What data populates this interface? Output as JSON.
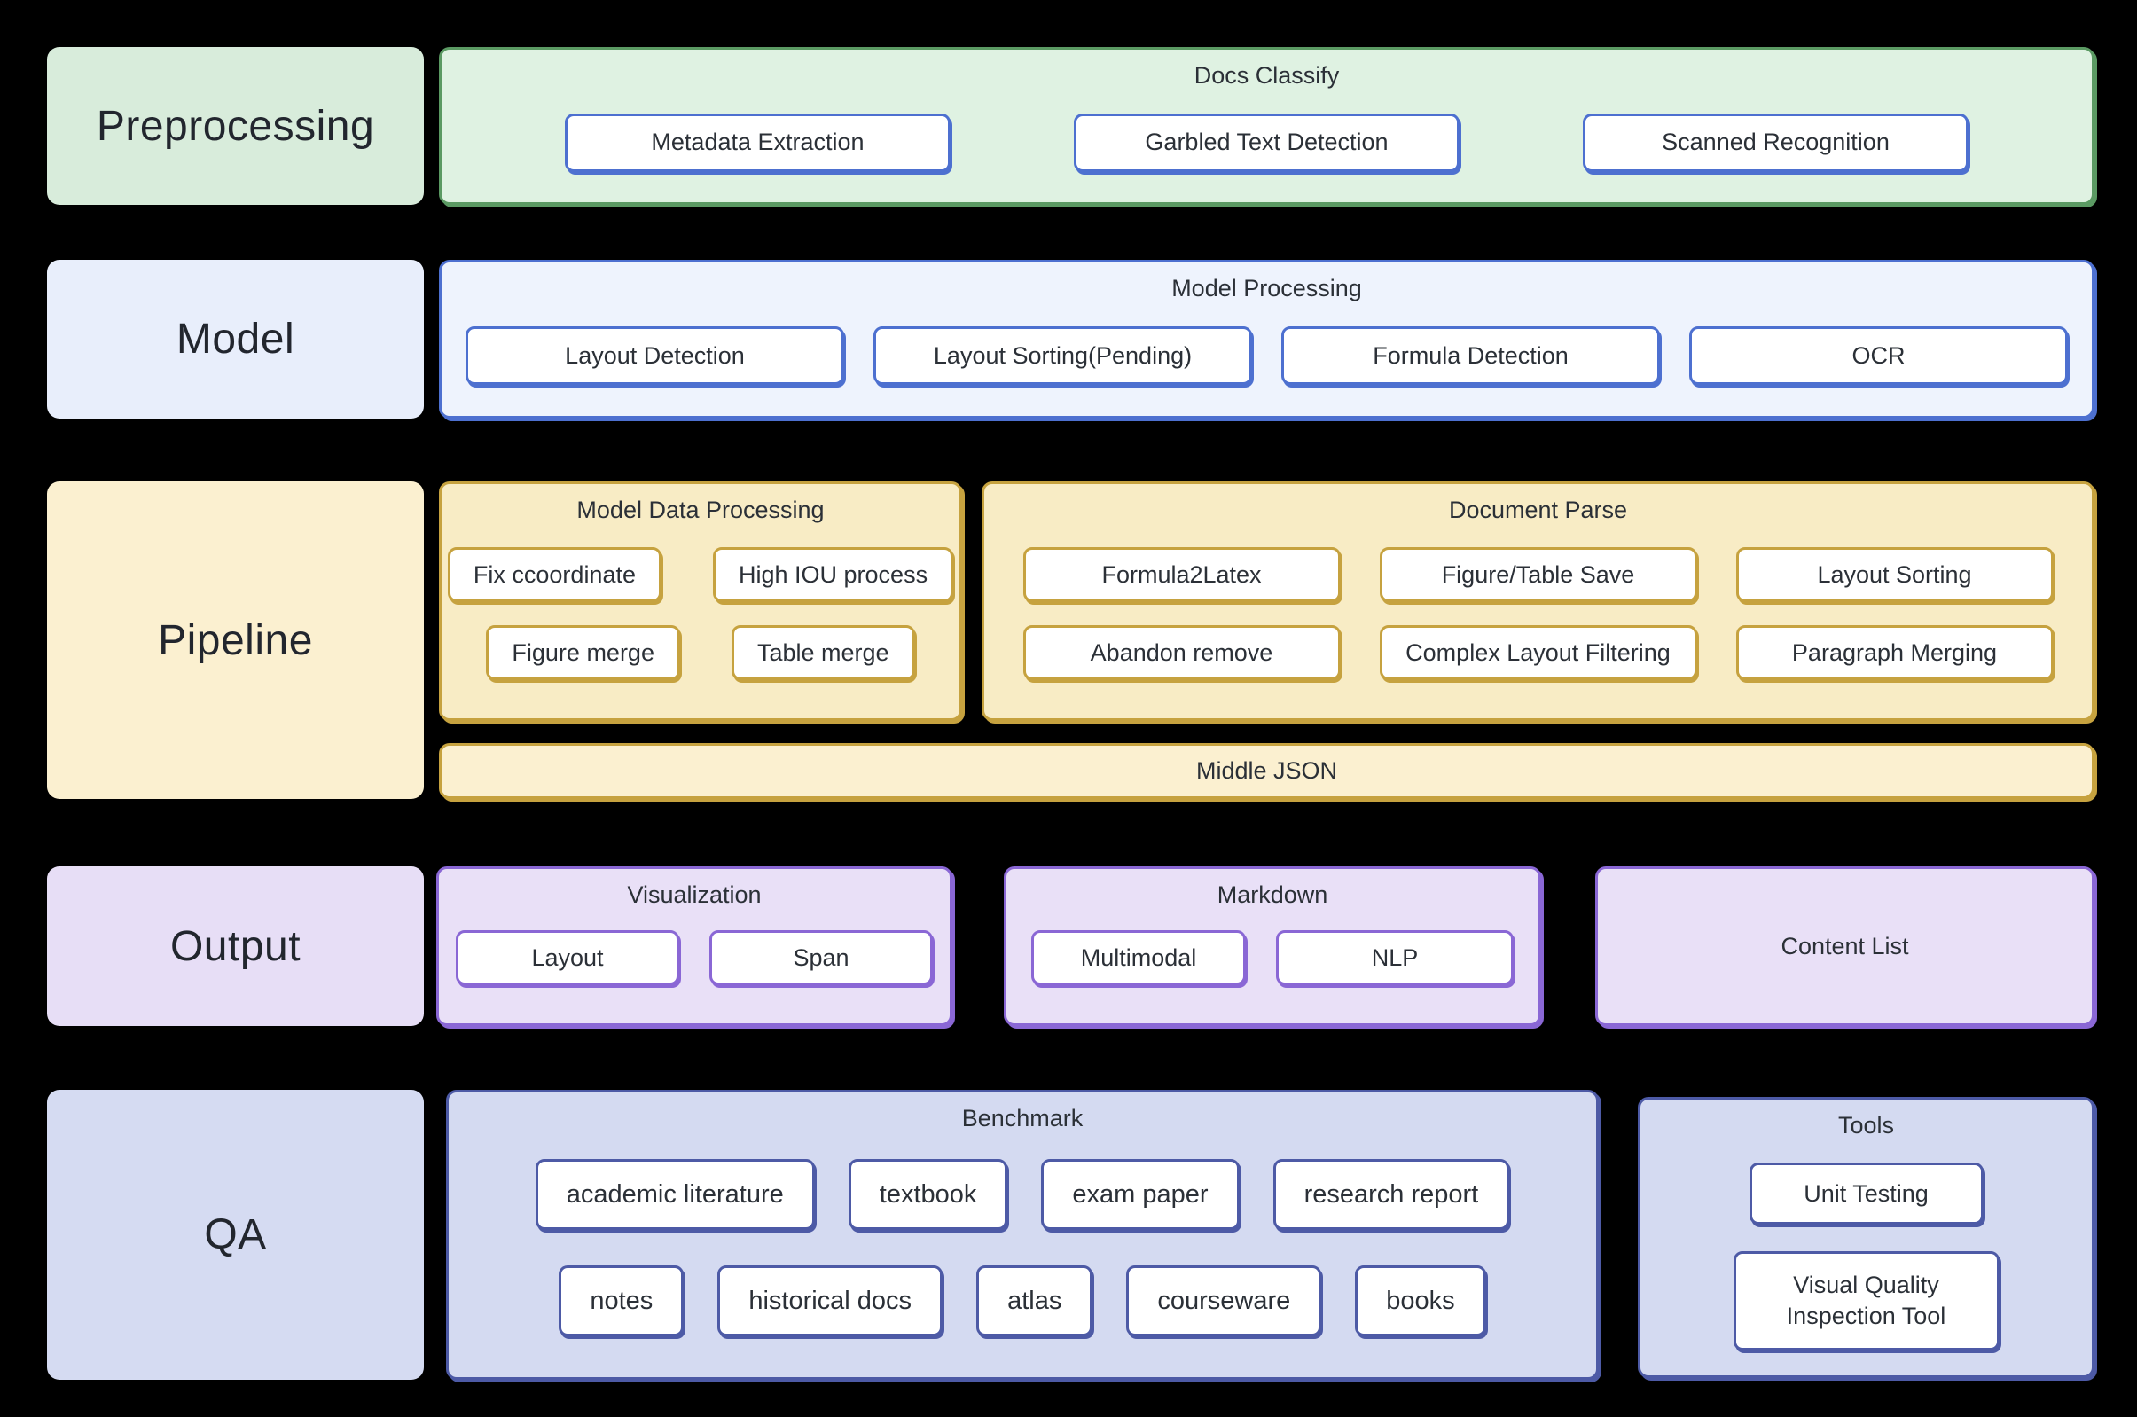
{
  "palette": {
    "background": "#000000",
    "text": "#2b3037",
    "green": {
      "label_bg": "#d8ecdb",
      "container_bg": "#dff2e2",
      "border": "#5b9a63"
    },
    "blue": {
      "label_bg": "#e8eefb",
      "container_bg": "#eef3fd",
      "border": "#4d70d0"
    },
    "yellow": {
      "label_bg": "#fbf0d0",
      "container_bg": "#f8ecc5",
      "border": "#c6a23f"
    },
    "purple": {
      "label_bg": "#e7def6",
      "container_bg": "#e9e0f7",
      "border": "#8a67d5"
    },
    "indigo": {
      "label_bg": "#d5dbf2",
      "container_bg": "#d4daf1",
      "border": "#4d5aa6"
    },
    "node_bg": "#ffffff"
  },
  "rows": {
    "preprocessing": {
      "label": "Preprocessing",
      "docs_classify": {
        "title": "Docs Classify",
        "buttons": [
          "Metadata Extraction",
          "Garbled Text Detection",
          "Scanned Recognition"
        ]
      }
    },
    "model": {
      "label": "Model",
      "model_processing": {
        "title": "Model Processing",
        "buttons": [
          "Layout Detection",
          "Layout Sorting(Pending)",
          "Formula Detection",
          "OCR"
        ]
      }
    },
    "pipeline": {
      "label": "Pipeline",
      "model_data_processing": {
        "title": "Model Data Processing",
        "buttons": [
          "Fix ccoordinate",
          "High IOU process",
          "Figure merge",
          "Table merge"
        ]
      },
      "document_parse": {
        "title": "Document Parse",
        "buttons": [
          "Formula2Latex",
          "Figure/Table Save",
          "Layout Sorting",
          "Abandon remove",
          "Complex Layout Filtering",
          "Paragraph Merging"
        ]
      },
      "middle_json": {
        "title": "Middle JSON"
      }
    },
    "output": {
      "label": "Output",
      "visualization": {
        "title": "Visualization",
        "buttons": [
          "Layout",
          "Span"
        ]
      },
      "markdown": {
        "title": "Markdown",
        "buttons": [
          "Multimodal",
          "NLP"
        ]
      },
      "content_list": {
        "title": "Content List"
      }
    },
    "qa": {
      "label": "QA",
      "benchmark": {
        "title": "Benchmark",
        "buttons_row1": [
          "academic literature",
          "textbook",
          "exam paper",
          "research report"
        ],
        "buttons_row2": [
          "notes",
          "historical docs",
          "atlas",
          "courseware",
          "books"
        ]
      },
      "tools": {
        "title": "Tools",
        "buttons": [
          "Unit Testing",
          "Visual Quality Inspection Tool"
        ]
      }
    }
  }
}
